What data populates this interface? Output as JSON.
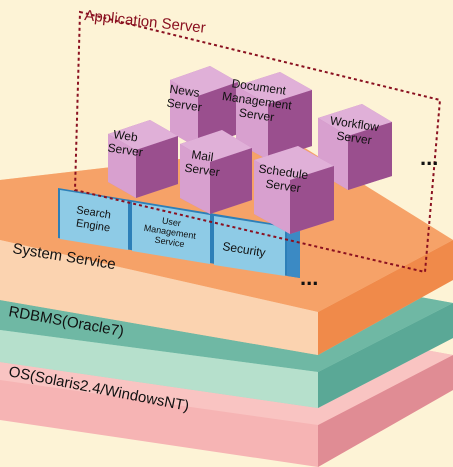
{
  "app_server": {
    "title": "Application Server"
  },
  "layers": {
    "system_service": "System Service",
    "rdbms": "RDBMS(Oracle7)",
    "os": "OS(Solaris2.4/WindowsNT)"
  },
  "services": {
    "search": [
      "Search",
      "Engine"
    ],
    "user_mgmt": [
      "User",
      "Management",
      "Service"
    ],
    "security": "Security"
  },
  "cubes": {
    "news": [
      "News",
      "Server"
    ],
    "document": [
      "Document",
      "Management",
      "Server"
    ],
    "workflow": [
      "Workflow",
      "Server"
    ],
    "web": [
      "Web",
      "Server"
    ],
    "mail": [
      "Mail",
      "Server"
    ],
    "schedule": [
      "Schedule",
      "Server"
    ]
  },
  "ellipsis": "..."
}
